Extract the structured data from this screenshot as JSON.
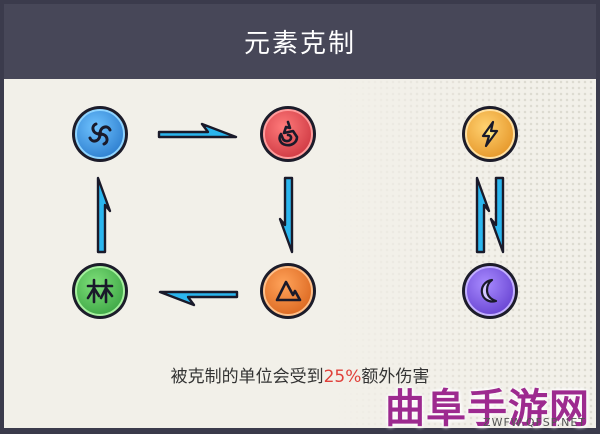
{
  "title": "元素克制",
  "note": {
    "prefix": "被克制的单位会受到",
    "highlight": "25%",
    "suffix": "额外伤害"
  },
  "watermark": {
    "text": "曲阜手游网",
    "url": "ZWFW.QFSP.NET"
  },
  "elements": [
    {
      "name": "wind",
      "icon": "swirl-icon",
      "color": "#2f8fe0"
    },
    {
      "name": "fire",
      "icon": "flame-icon",
      "color": "#e04446"
    },
    {
      "name": "earth",
      "icon": "mountain-icon",
      "color": "#f07a2a"
    },
    {
      "name": "wood",
      "icon": "wood-icon",
      "color": "#4cb84a"
    },
    {
      "name": "thunder",
      "icon": "lightning-icon",
      "color": "#f0a62a"
    },
    {
      "name": "dark",
      "icon": "moon-icon",
      "color": "#7a4ee0"
    }
  ],
  "colors": {
    "arrow": "#29b7f0",
    "header": "#474758",
    "panel": "#f2f0e9",
    "highlight": "#e0403a"
  }
}
